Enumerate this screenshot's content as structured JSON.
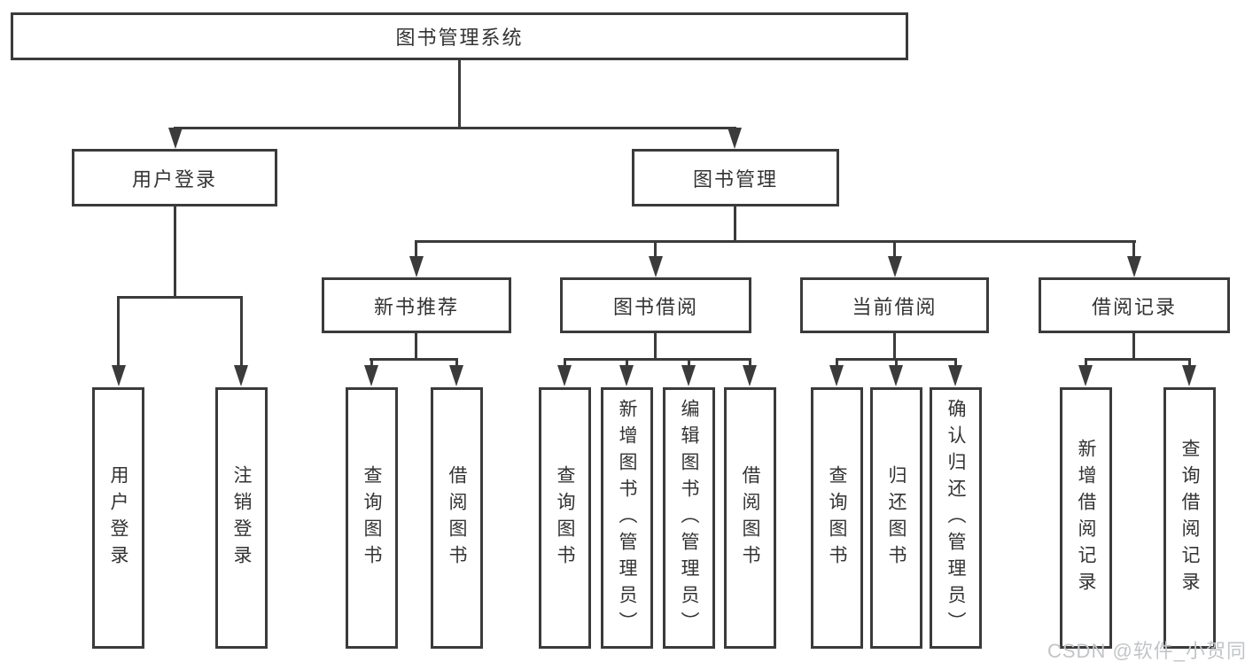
{
  "diagram": {
    "type": "hierarchy-tree",
    "orientation": "top-down",
    "colors": {
      "background": "#ffffff",
      "line": "#3b3b3b",
      "box_border": "#3b3b3b",
      "text": "#333333",
      "watermark_text": "#c2c5c7"
    }
  },
  "tree": {
    "label": "图书管理系统",
    "children": [
      {
        "label": "用户登录",
        "children": [
          {
            "label": "用户登录"
          },
          {
            "label": "注销登录"
          }
        ]
      },
      {
        "label": "图书管理",
        "children": [
          {
            "label": "新书推荐",
            "children": [
              {
                "label": "查询图书"
              },
              {
                "label": "借阅图书"
              }
            ]
          },
          {
            "label": "图书借阅",
            "children": [
              {
                "label": "查询图书"
              },
              {
                "label": "新增图书（管理员）"
              },
              {
                "label": "编辑图书（管理员）"
              },
              {
                "label": "借阅图书"
              }
            ]
          },
          {
            "label": "当前借阅",
            "children": [
              {
                "label": "查询图书"
              },
              {
                "label": "归还图书"
              },
              {
                "label": "确认归还（管理员）"
              }
            ]
          },
          {
            "label": "借阅记录",
            "children": [
              {
                "label": "新增借阅记录"
              },
              {
                "label": "查询借阅记录"
              }
            ]
          }
        ]
      }
    ]
  },
  "watermark": {
    "text": "CSDN @软件_小贺同学"
  }
}
